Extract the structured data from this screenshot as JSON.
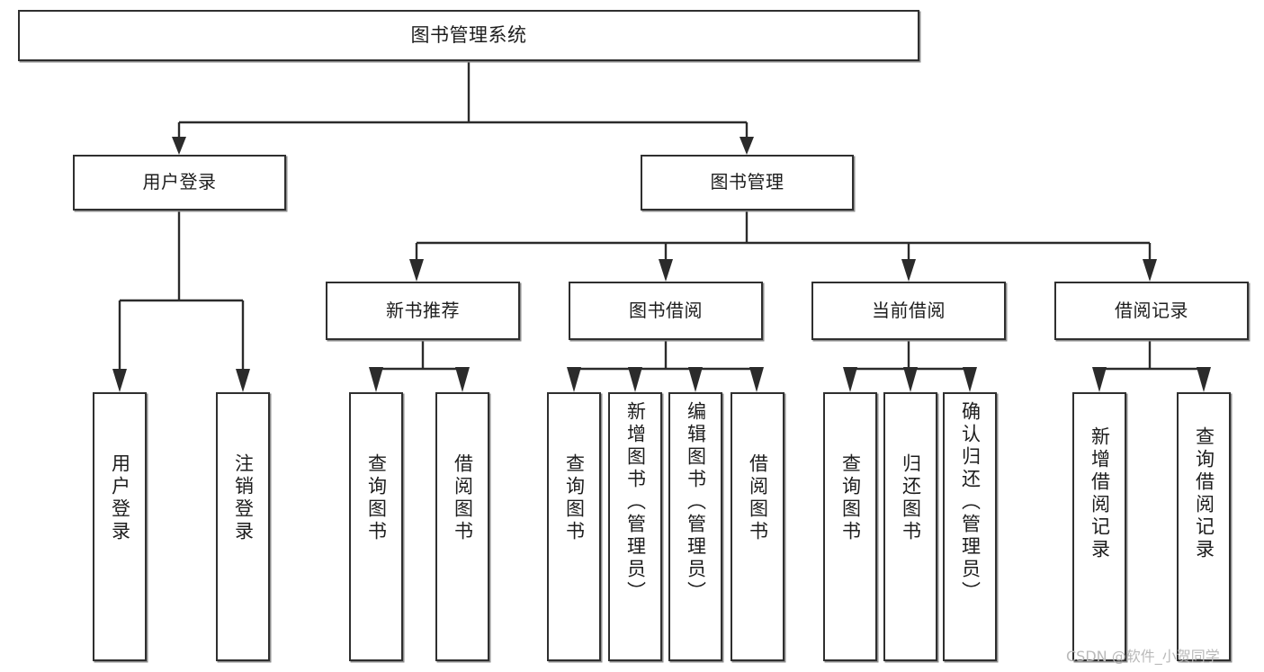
{
  "diagram": {
    "title": "图书管理系统",
    "type": "功能结构图",
    "root": {
      "id": "root",
      "label": "图书管理系统"
    },
    "level1": [
      {
        "id": "user-login",
        "label": "用户登录"
      },
      {
        "id": "book-management",
        "label": "图书管理"
      }
    ],
    "level2": [
      {
        "id": "new-book-recommend",
        "label": "新书推荐",
        "parent": "book-management"
      },
      {
        "id": "book-borrow",
        "label": "图书借阅",
        "parent": "book-management"
      },
      {
        "id": "current-borrow",
        "label": "当前借阅",
        "parent": "book-management"
      },
      {
        "id": "borrow-record",
        "label": "借阅记录",
        "parent": "book-management"
      }
    ],
    "leaves": {
      "user-login": [
        {
          "id": "leaf-user-login",
          "label": "用户登录"
        },
        {
          "id": "leaf-logout-login",
          "label": "注销登录"
        }
      ],
      "new-book-recommend": [
        {
          "id": "leaf-query-book-1",
          "label": "查询图书"
        },
        {
          "id": "leaf-borrow-book-1",
          "label": "借阅图书"
        }
      ],
      "book-borrow": [
        {
          "id": "leaf-query-book-2",
          "label": "查询图书"
        },
        {
          "id": "leaf-add-book",
          "label": "新增图书（管理员）"
        },
        {
          "id": "leaf-edit-book",
          "label": "编辑图书（管理员）"
        },
        {
          "id": "leaf-borrow-book-2",
          "label": "借阅图书"
        }
      ],
      "current-borrow": [
        {
          "id": "leaf-query-book-3",
          "label": "查询图书"
        },
        {
          "id": "leaf-return-book",
          "label": "归还图书"
        },
        {
          "id": "leaf-confirm-return",
          "label": "确认归还（管理员）"
        }
      ],
      "borrow-record": [
        {
          "id": "leaf-add-record",
          "label": "新增借阅记录"
        },
        {
          "id": "leaf-query-record",
          "label": "查询借阅记录"
        }
      ]
    }
  },
  "watermark": {
    "text": "CSDN @软件_小贺同学"
  },
  "colors": {
    "box_border": "#2f2f2f",
    "box_fill": "#ffffff",
    "connector": "#2b2b2b",
    "text": "#1d1d1d",
    "watermark": "#b9b9b9",
    "background": "#ffffff"
  }
}
